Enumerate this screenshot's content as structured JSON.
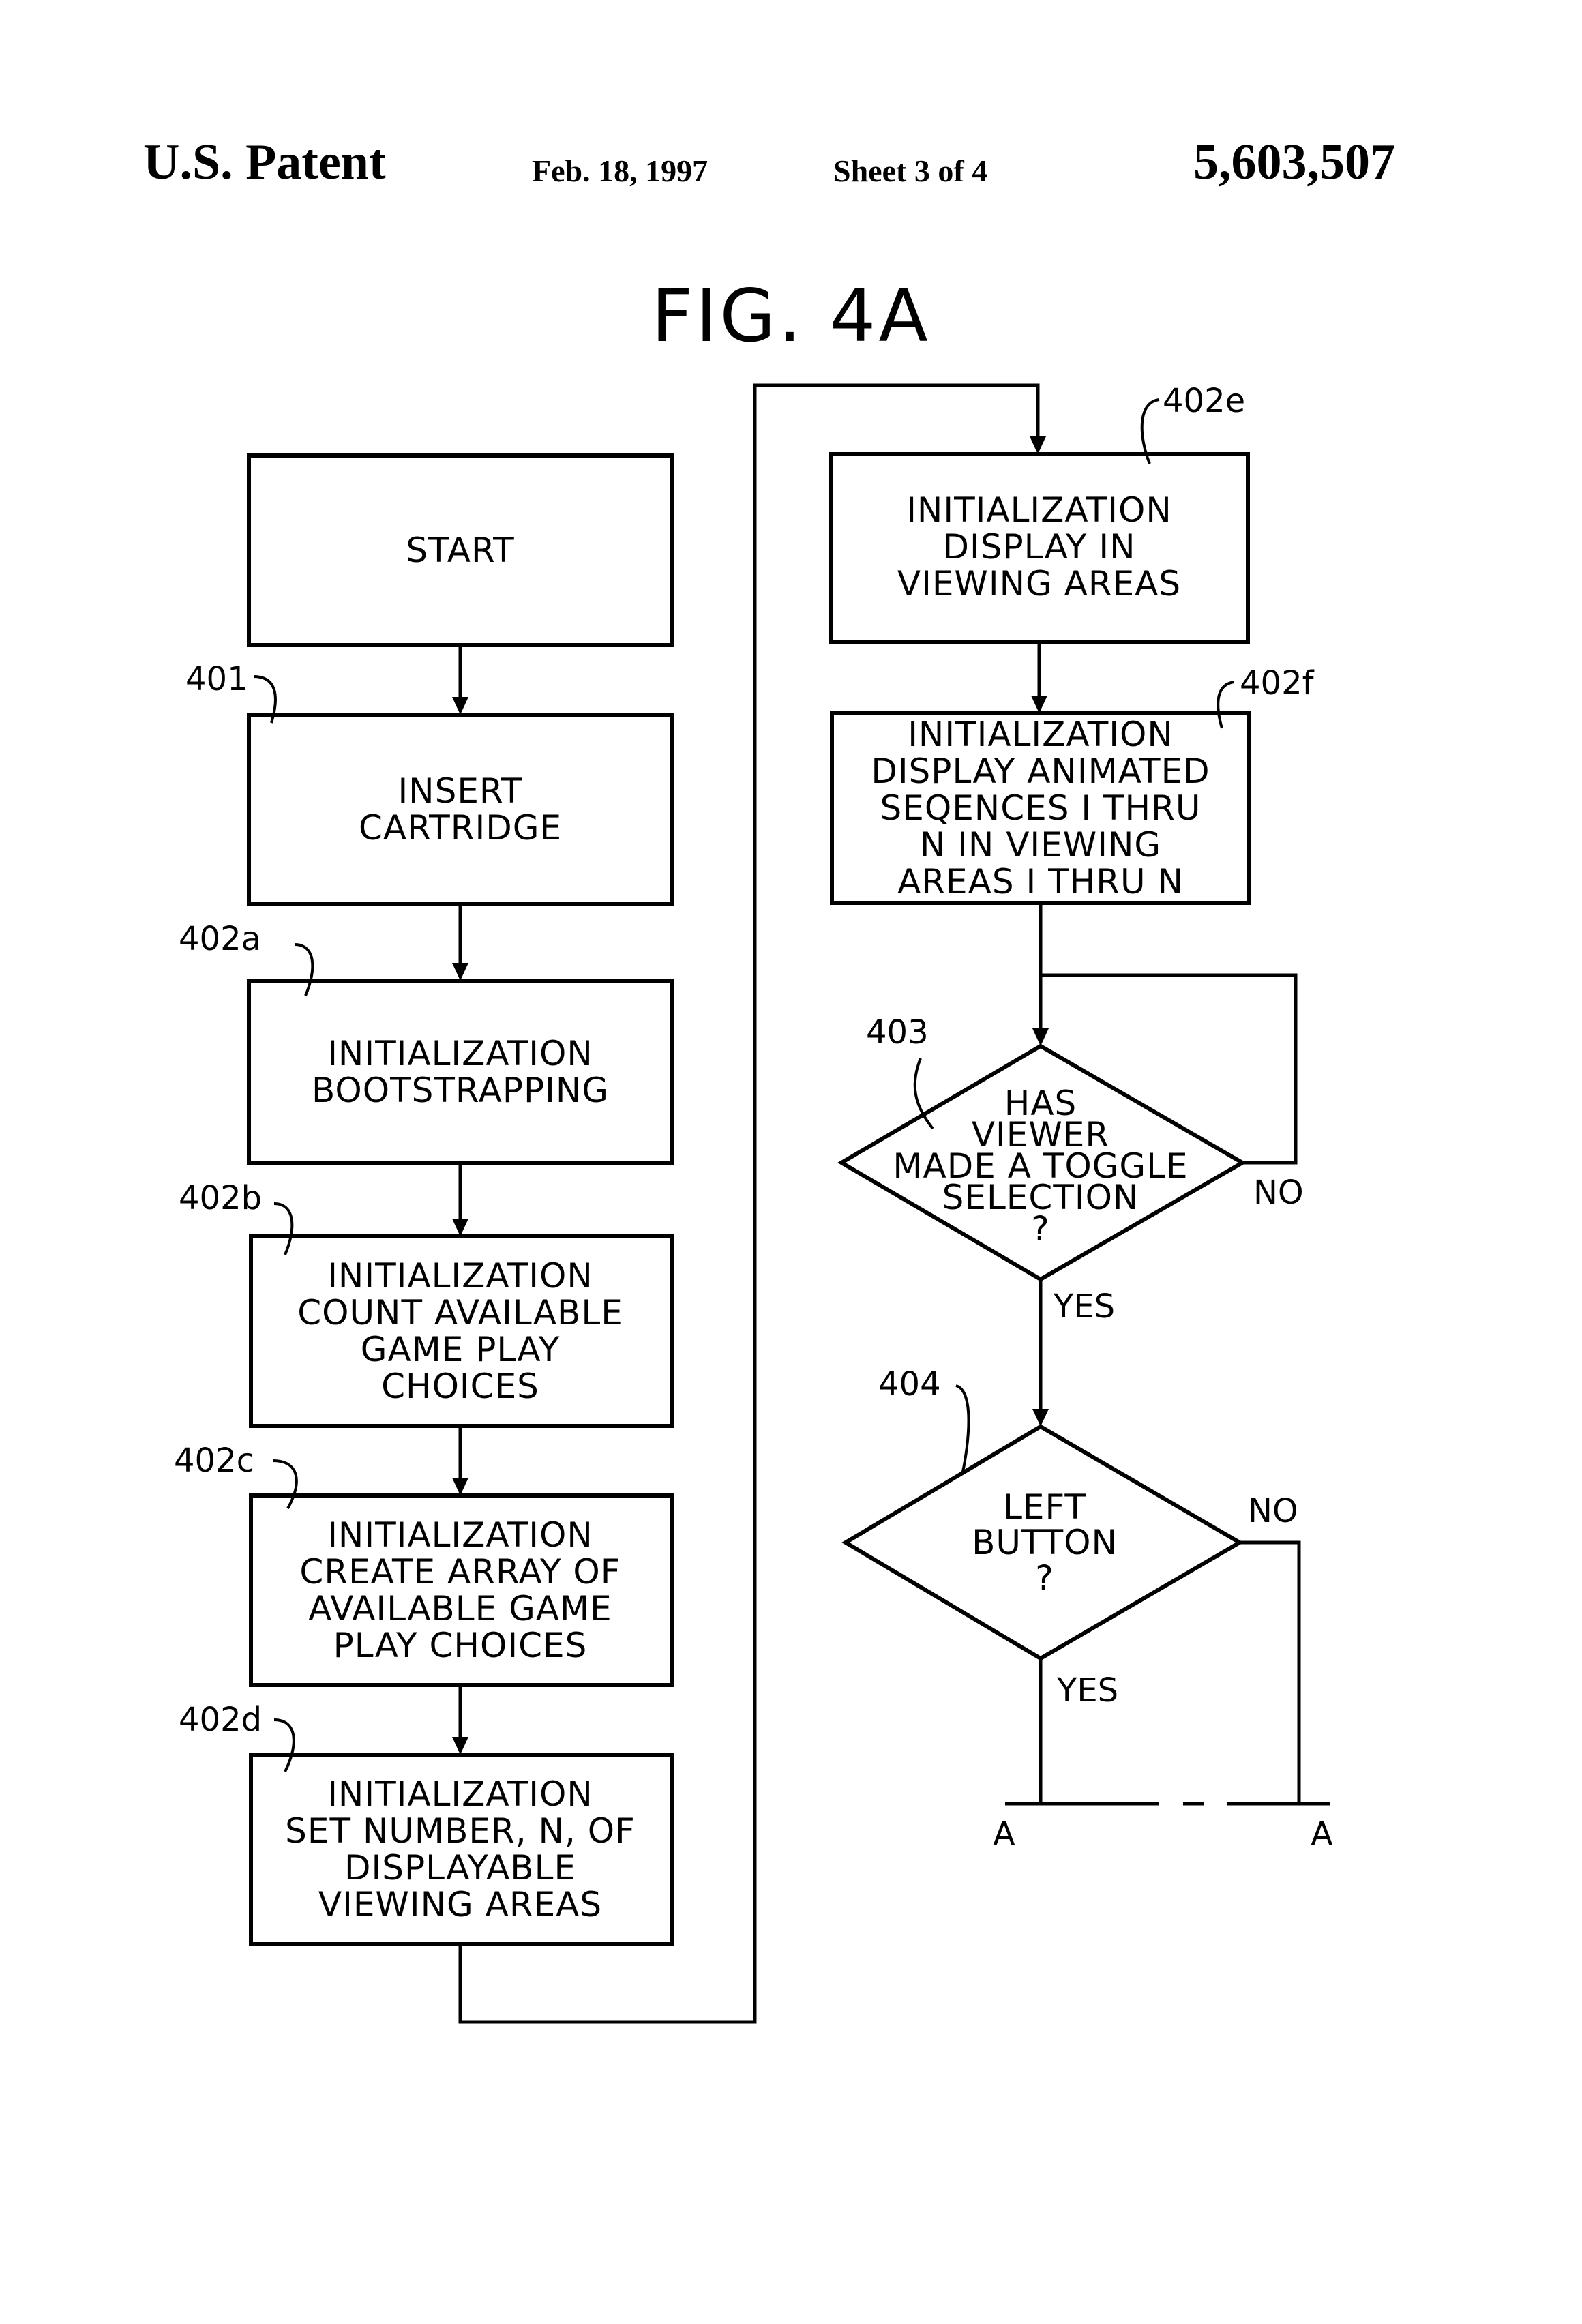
{
  "header": {
    "left": "U.S. Patent",
    "date": "Feb. 18, 1997",
    "sheet": "Sheet 3 of 4",
    "number": "5,603,507"
  },
  "figure": {
    "title": "FIG. 4A"
  },
  "steps": {
    "start": {
      "lines": [
        "START"
      ]
    },
    "s401": {
      "ref": "401",
      "lines": [
        "INSERT",
        "CARTRIDGE"
      ]
    },
    "s402a": {
      "ref": "402a",
      "lines": [
        "INITIALIZATION",
        "BOOTSTRAPPING"
      ]
    },
    "s402b": {
      "ref": "402b",
      "lines": [
        "INITIALIZATION",
        "COUNT AVAILABLE",
        "GAME PLAY",
        "CHOICES"
      ]
    },
    "s402c": {
      "ref": "402c",
      "lines": [
        "INITIALIZATION",
        "CREATE ARRAY OF",
        "AVAILABLE GAME",
        "PLAY CHOICES"
      ]
    },
    "s402d": {
      "ref": "402d",
      "lines": [
        "INITIALIZATION",
        "SET NUMBER, N, OF",
        "DISPLAYABLE",
        "VIEWING AREAS"
      ]
    },
    "s402e": {
      "ref": "402e",
      "lines": [
        "INITIALIZATION",
        "DISPLAY IN",
        "VIEWING AREAS"
      ]
    },
    "s402f": {
      "ref": "402f",
      "lines": [
        "INITIALIZATION",
        "DISPLAY ANIMATED",
        "SEQENCES I THRU",
        "N IN VIEWING",
        "AREAS I THRU N"
      ]
    }
  },
  "decisions": {
    "d403": {
      "ref": "403",
      "lines": [
        "HAS",
        "VIEWER",
        "MADE A TOGGLE",
        "SELECTION",
        "?"
      ],
      "no": "NO",
      "yes": "YES"
    },
    "d404": {
      "ref": "404",
      "lines": [
        "LEFT",
        "BUTTON",
        "?"
      ],
      "no": "NO",
      "yes": "YES"
    }
  },
  "connectors": {
    "left": "A",
    "right": "A"
  }
}
